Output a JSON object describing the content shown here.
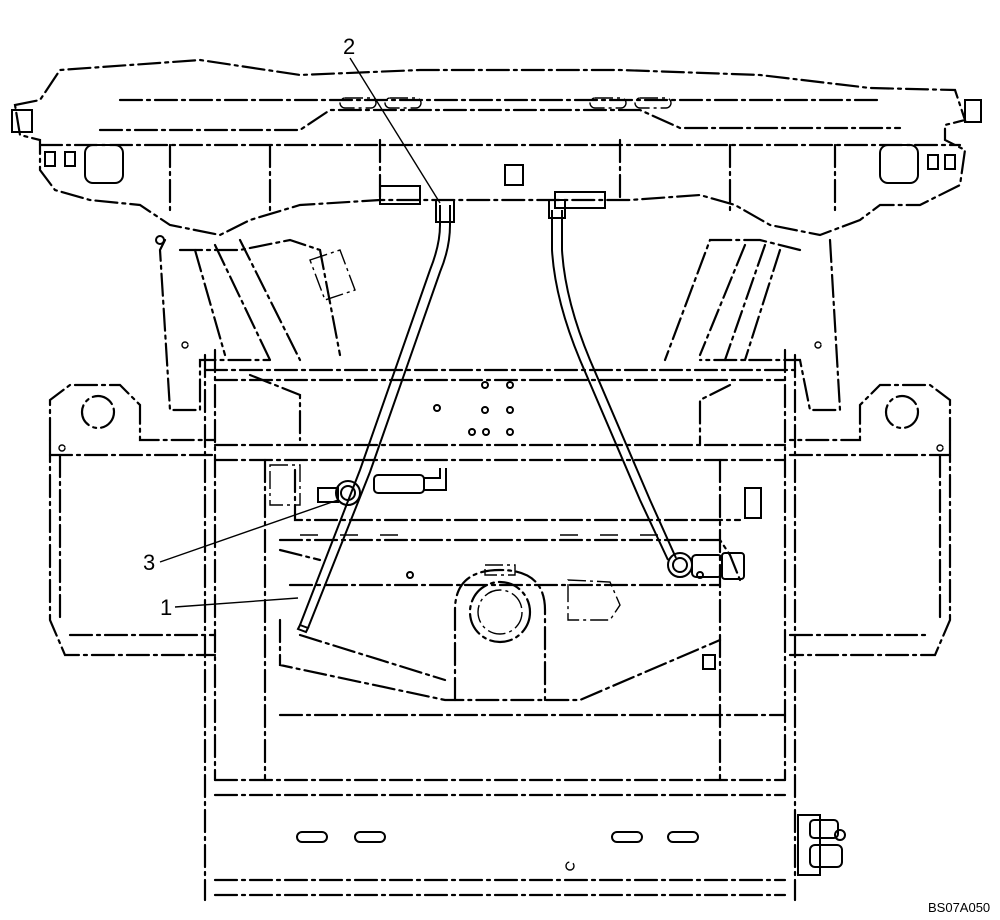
{
  "callouts": [
    {
      "id": "1",
      "label": "1"
    },
    {
      "id": "2",
      "label": "2"
    },
    {
      "id": "3",
      "label": "3"
    }
  ],
  "figure_code": "BS07A050",
  "colors": {
    "line": "#000000",
    "background": "#ffffff"
  }
}
